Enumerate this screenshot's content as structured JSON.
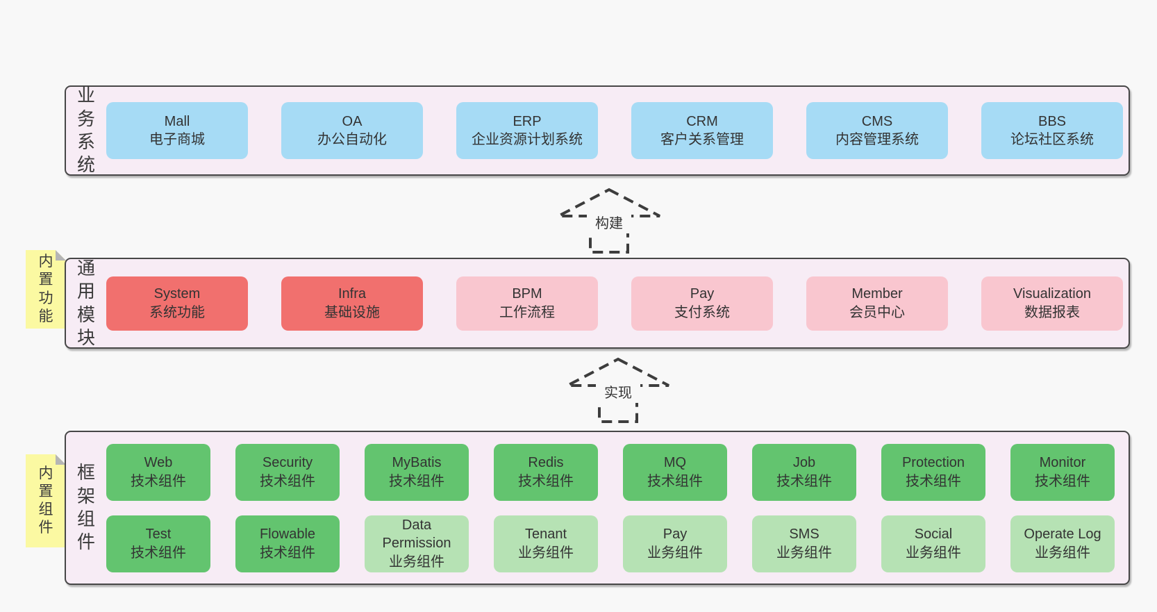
{
  "colors": {
    "page_bg": "#f8f8f8",
    "band_fill": "#f7ecf5",
    "band_border": "#474747",
    "box_blue": "#a6dbf5",
    "box_red": "#f1706e",
    "box_pink": "#f9c6cf",
    "box_green_dark": "#63c46f",
    "box_green_light": "#b6e2b4",
    "note_yellow": "#fbf9a2",
    "note_fold_gray": "#b5b5b5",
    "text": "#333333"
  },
  "arrows": [
    {
      "label": "构建"
    },
    {
      "label": "实现"
    }
  ],
  "notes": [
    {
      "label": "内置功能"
    },
    {
      "label": "内置组件"
    }
  ],
  "bands": [
    {
      "label": "业务系统",
      "boxes": [
        {
          "title": "Mall",
          "subtitle": "电子商城",
          "variant": "blue"
        },
        {
          "title": "OA",
          "subtitle": "办公自动化",
          "variant": "blue"
        },
        {
          "title": "ERP",
          "subtitle": "企业资源计划系统",
          "variant": "blue"
        },
        {
          "title": "CRM",
          "subtitle": "客户关系管理",
          "variant": "blue"
        },
        {
          "title": "CMS",
          "subtitle": "内容管理系统",
          "variant": "blue"
        },
        {
          "title": "BBS",
          "subtitle": "论坛社区系统",
          "variant": "blue"
        }
      ]
    },
    {
      "label": "通用模块",
      "boxes": [
        {
          "title": "System",
          "subtitle": "系统功能",
          "variant": "red"
        },
        {
          "title": "Infra",
          "subtitle": "基础设施",
          "variant": "red"
        },
        {
          "title": "BPM",
          "subtitle": "工作流程",
          "variant": "pink"
        },
        {
          "title": "Pay",
          "subtitle": "支付系统",
          "variant": "pink"
        },
        {
          "title": "Member",
          "subtitle": "会员中心",
          "variant": "pink"
        },
        {
          "title": "Visualization",
          "subtitle": "数据报表",
          "variant": "pink"
        }
      ]
    },
    {
      "label": "框架组件",
      "rows": [
        [
          {
            "title": "Web",
            "subtitle": "技术组件",
            "variant": "green-dark"
          },
          {
            "title": "Security",
            "subtitle": "技术组件",
            "variant": "green-dark"
          },
          {
            "title": "MyBatis",
            "subtitle": "技术组件",
            "variant": "green-dark"
          },
          {
            "title": "Redis",
            "subtitle": "技术组件",
            "variant": "green-dark"
          },
          {
            "title": "MQ",
            "subtitle": "技术组件",
            "variant": "green-dark"
          },
          {
            "title": "Job",
            "subtitle": "技术组件",
            "variant": "green-dark"
          },
          {
            "title": "Protection",
            "subtitle": "技术组件",
            "variant": "green-dark"
          },
          {
            "title": "Monitor",
            "subtitle": "技术组件",
            "variant": "green-dark"
          }
        ],
        [
          {
            "title": "Test",
            "subtitle": "技术组件",
            "variant": "green-dark"
          },
          {
            "title": "Flowable",
            "subtitle": "技术组件",
            "variant": "green-dark"
          },
          {
            "title": "Data Permission",
            "subtitle": "业务组件",
            "variant": "green-light"
          },
          {
            "title": "Tenant",
            "subtitle": "业务组件",
            "variant": "green-light"
          },
          {
            "title": "Pay",
            "subtitle": "业务组件",
            "variant": "green-light"
          },
          {
            "title": "SMS",
            "subtitle": "业务组件",
            "variant": "green-light"
          },
          {
            "title": "Social",
            "subtitle": "业务组件",
            "variant": "green-light"
          },
          {
            "title": "Operate Log",
            "subtitle": "业务组件",
            "variant": "green-light"
          }
        ]
      ]
    }
  ]
}
